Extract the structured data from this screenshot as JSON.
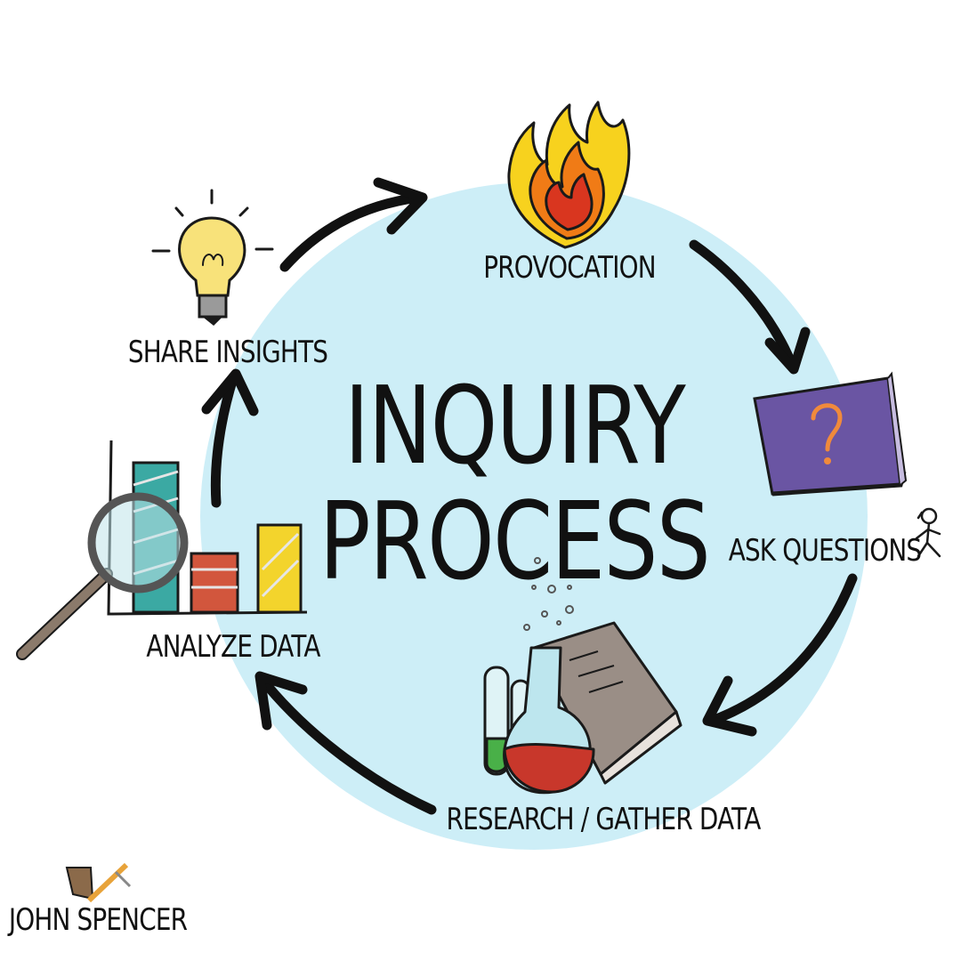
{
  "diagram": {
    "title_line1": "INQUIRY",
    "title_line2": "PROCESS",
    "steps": [
      {
        "label": "PROVOCATION",
        "icon": "flame-icon"
      },
      {
        "label": "ASK QUESTIONS",
        "icon": "question-sign-icon"
      },
      {
        "label": "RESEARCH / GATHER DATA",
        "icon": "lab-flasks-book-icon"
      },
      {
        "label": "ANALYZE DATA",
        "icon": "bar-chart-magnifier-icon"
      },
      {
        "label": "SHARE INSIGHTS",
        "icon": "lightbulb-icon"
      }
    ],
    "author": "JOHN SPENCER",
    "colors": {
      "circle": "#cdeef7",
      "arrow": "#111111",
      "flame_outer": "#f7d21e",
      "flame_inner": "#f07b16",
      "flame_core": "#d9361f",
      "sign": "#6a55a3",
      "question_mark": "#f08a3c",
      "bulb": "#f8e27a",
      "flask_liquid": "#c8372b",
      "tube_liquid": "#49b048",
      "book": "#9a8e86",
      "bar_teal": "#3ba9a3",
      "bar_red": "#d2563d",
      "bar_yellow": "#f3d42c"
    }
  }
}
